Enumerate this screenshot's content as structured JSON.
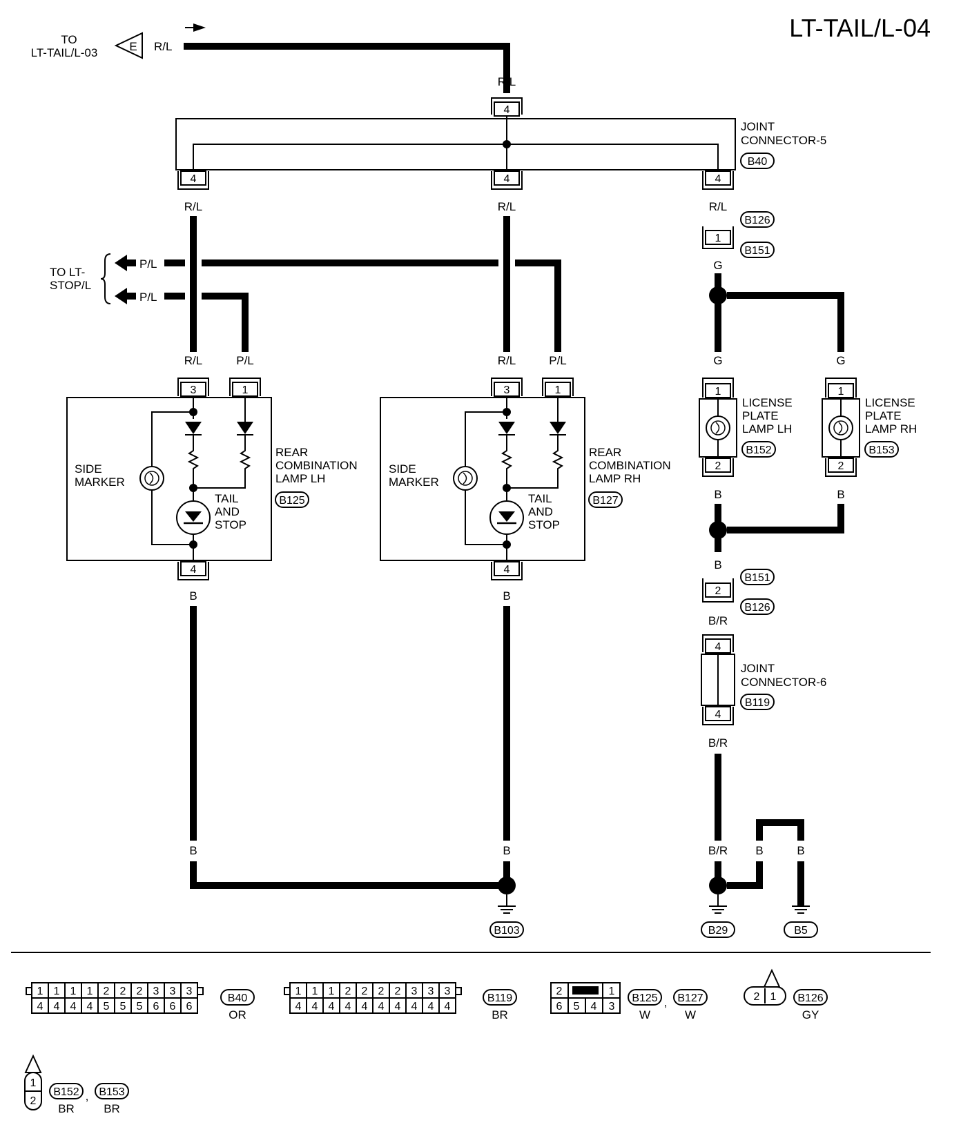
{
  "title": "LT-TAIL/L-04",
  "to_lt_tail": {
    "line1": "TO",
    "line2": "LT-TAIL/L-03",
    "tag": "E",
    "wire": "R/L"
  },
  "to_lt_stop": {
    "line1": "TO LT-",
    "line2": "STOP/L",
    "wire": "P/L"
  },
  "wire_colors": {
    "rl": "R/L",
    "pl": "P/L",
    "g": "G",
    "b": "B",
    "br": "B/R"
  },
  "joint5": {
    "line1": "JOINT",
    "line2": "CONNECTOR-5",
    "code": "B40"
  },
  "joint6": {
    "line1": "JOINT",
    "line2": "CONNECTOR-6",
    "code": "B119"
  },
  "rear_lh": {
    "line1": "REAR",
    "line2": "COMBINATION",
    "line3": "LAMP LH",
    "code": "B125"
  },
  "rear_rh": {
    "line1": "REAR",
    "line2": "COMBINATION",
    "line3": "LAMP RH",
    "code": "B127"
  },
  "side_marker": {
    "line1": "SIDE",
    "line2": "MARKER"
  },
  "tail_stop": {
    "line1": "TAIL",
    "line2": "AND",
    "line3": "STOP"
  },
  "license_lh": {
    "line1": "LICENSE",
    "line2": "PLATE",
    "line3": "LAMP LH",
    "code": "B152"
  },
  "license_rh": {
    "line1": "LICENSE",
    "line2": "PLATE",
    "line3": "LAMP RH",
    "code": "B153"
  },
  "inline": {
    "upper": "B126",
    "lower": "B151"
  },
  "grounds": [
    "B103",
    "B29",
    "B5"
  ],
  "pins": {
    "p1": "1",
    "p2": "2",
    "p3": "3",
    "p4": "4"
  },
  "legend": {
    "b40": {
      "top": [
        "1",
        "1",
        "1",
        "1",
        "2",
        "2",
        "2",
        "3",
        "3",
        "3"
      ],
      "bottom": [
        "4",
        "4",
        "4",
        "4",
        "5",
        "5",
        "5",
        "6",
        "6",
        "6"
      ],
      "code": "B40",
      "color": "OR"
    },
    "b119": {
      "top": [
        "1",
        "1",
        "1",
        "2",
        "2",
        "2",
        "2",
        "3",
        "3",
        "3"
      ],
      "bottom": [
        "4",
        "4",
        "4",
        "4",
        "4",
        "4",
        "4",
        "4",
        "4",
        "4"
      ],
      "code": "B119",
      "color": "BR"
    },
    "b125": {
      "top_left": "2",
      "top_right": "1",
      "bottom": [
        "6",
        "5",
        "4",
        "3"
      ],
      "code1": "B125",
      "code2": "B127",
      "sep": ",",
      "color1": "W",
      "color2": "W"
    },
    "b126": {
      "cells": [
        "2",
        "1"
      ],
      "code": "B126",
      "color": "GY"
    },
    "b152": {
      "cells": [
        "1",
        "2"
      ],
      "code1": "B152",
      "code2": "B153",
      "sep": ",",
      "color1": "BR",
      "color2": "BR"
    }
  }
}
